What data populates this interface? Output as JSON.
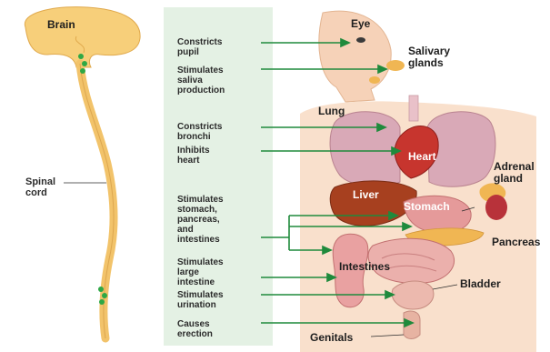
{
  "cns": {
    "brain": "Brain",
    "spinal_cord": "Spinal\ncord"
  },
  "effects": [
    "Constricts\npupil",
    "Stimulates\nsaliva\nproduction",
    "Constricts\nbronchi",
    "Inhibits\nheart",
    "Stimulates\nstomach,\npancreas,\nand\nintestines",
    "Stimulates\nlarge\nintestine",
    "Stimulates\nurination",
    "Causes\nerection"
  ],
  "organs": {
    "eye": "Eye",
    "salivary": "Salivary\nglands",
    "lung": "Lung",
    "heart": "Heart",
    "adrenal": "Adrenal\ngland",
    "liver": "Liver",
    "stomach": "Stomach",
    "pancreas": "Pancreas",
    "intestines": "Intestines",
    "bladder": "Bladder",
    "genitals": "Genitals"
  },
  "colors": {
    "arrow": "#1f8a3c",
    "panel": "#e4f1e4",
    "brain": "#f7cf7a",
    "cord": "#f2c36a",
    "skin": "#f6d2b8",
    "lung": "#d9a9b7",
    "heart": "#c7352e",
    "liver": "#a7401f",
    "stomach": "#e59a9a",
    "pancreas": "#f0b653",
    "intestine": "#e9a1a1",
    "nuclei": "#2fa845"
  }
}
